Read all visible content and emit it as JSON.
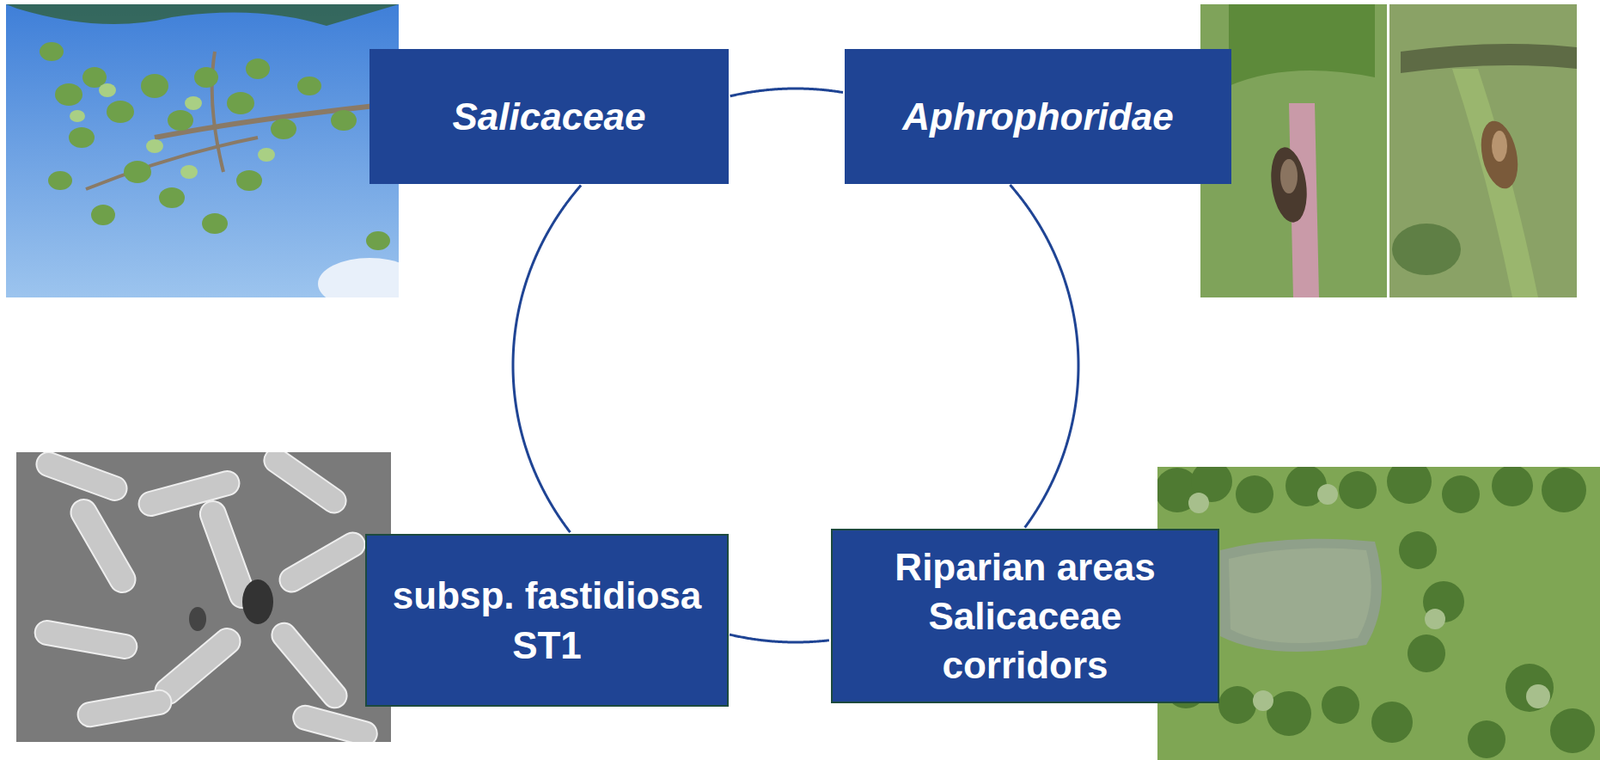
{
  "diagram": {
    "nodes": [
      {
        "text": [
          "Salicaceae"
        ]
      },
      {
        "text": [
          "Aphrophoridae"
        ]
      },
      {
        "text": [
          "subsp. fastidiosa ST1"
        ]
      },
      {
        "text": [
          "Riparian areas Salicaceae corridors"
        ]
      }
    ],
    "edges": [
      {
        "from": 0,
        "to": 1,
        "arrow": "none"
      },
      {
        "from": 1,
        "to": 3,
        "arrow": "none"
      },
      {
        "from": 3,
        "to": 2,
        "arrow": "none"
      },
      {
        "from": 2,
        "to": 0,
        "arrow": "none"
      }
    ]
  }
}
